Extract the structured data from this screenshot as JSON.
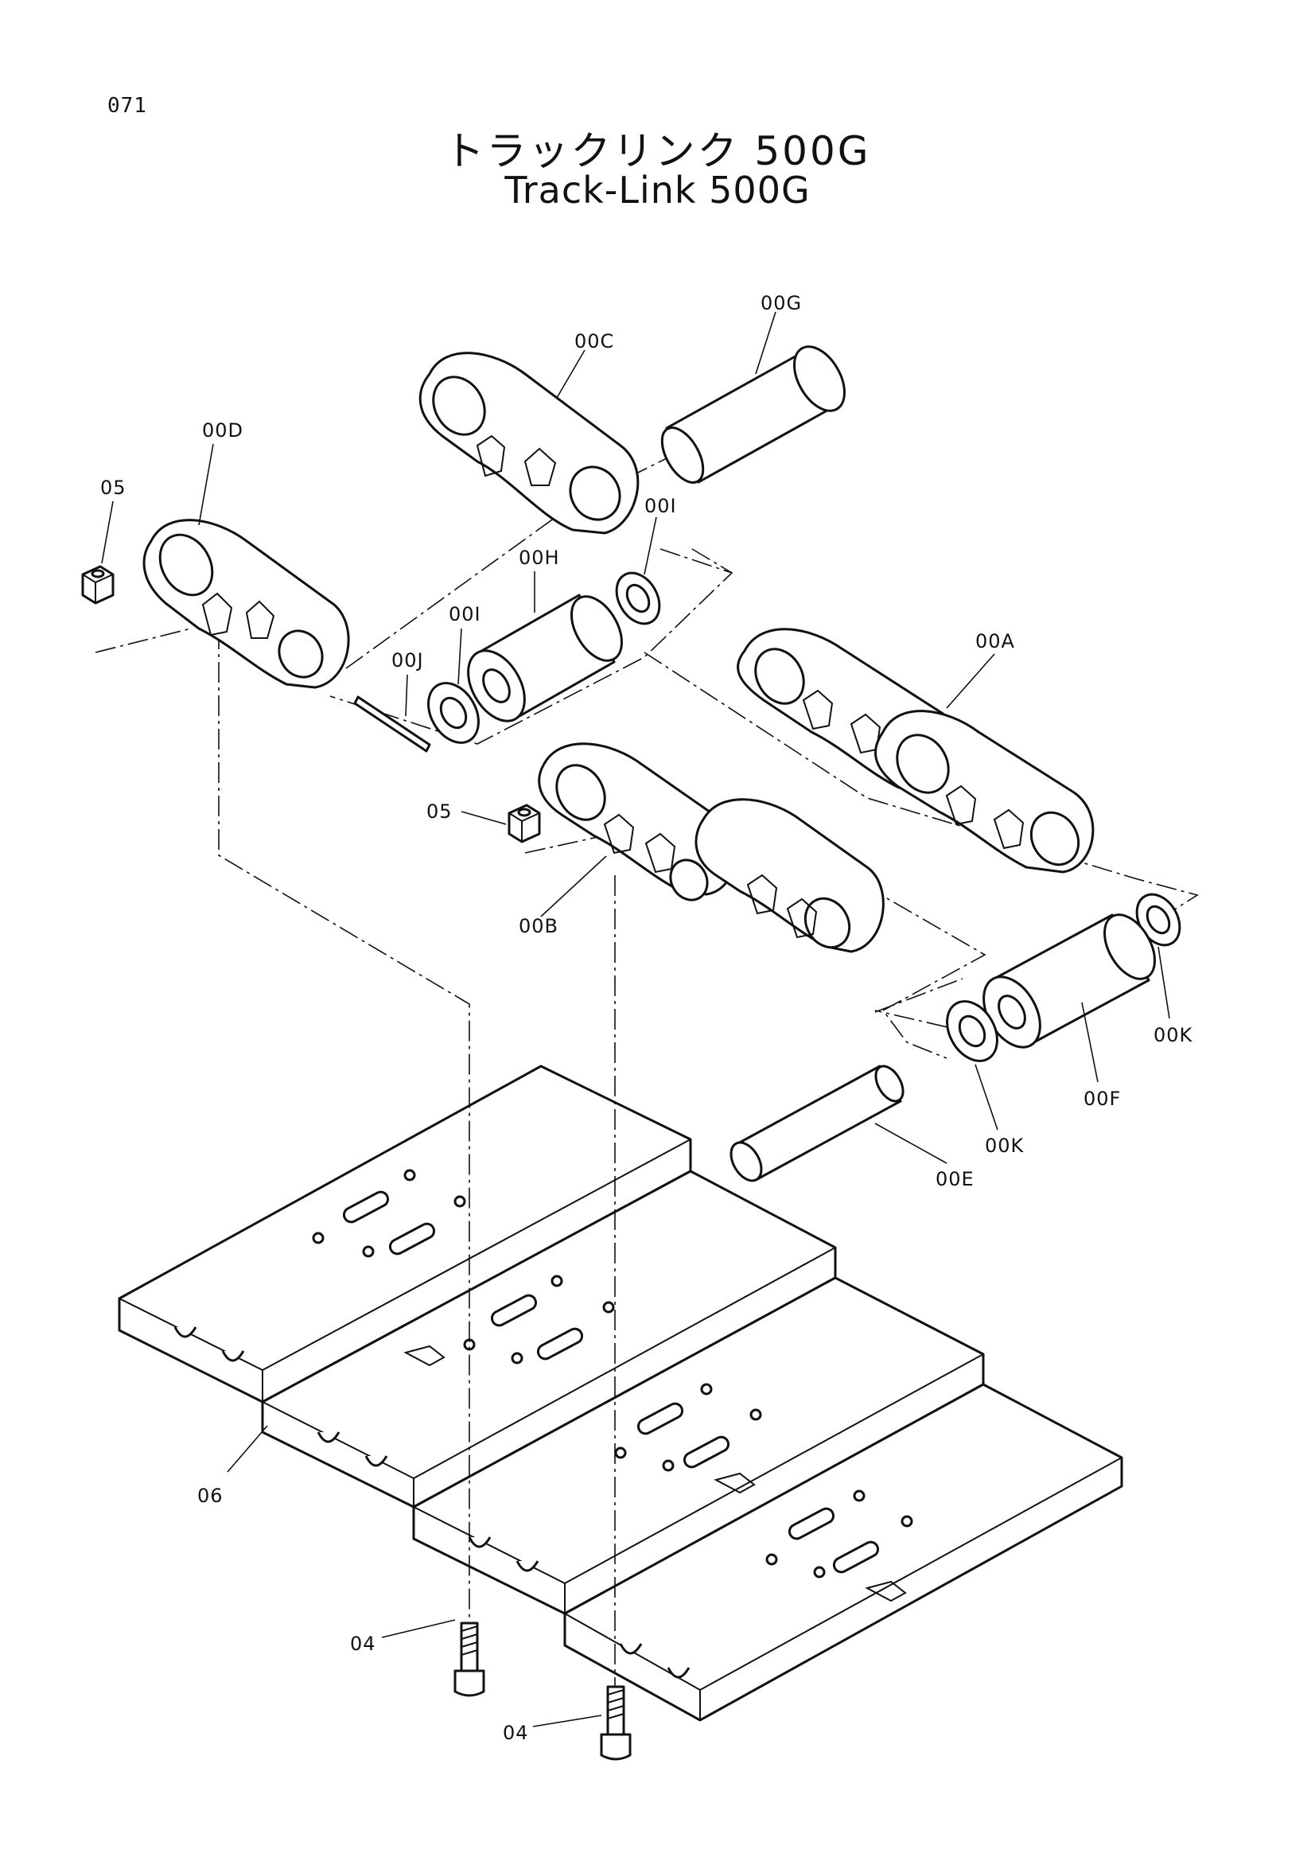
{
  "page_number": "071",
  "title_jp": "トラックリンク 500G",
  "title_en": "Track-Link 500G",
  "callouts": {
    "c_00G": "00G",
    "c_00C": "00C",
    "c_00D": "00D",
    "c_05a": "05",
    "c_00I_top": "00I",
    "c_00H": "00H",
    "c_00I_left": "00I",
    "c_00J": "00J",
    "c_00A": "00A",
    "c_05b": "05",
    "c_00B": "00B",
    "c_00K_right": "00K",
    "c_00F": "00F",
    "c_00K_mid": "00K",
    "c_00E": "00E",
    "c_06": "06",
    "c_04a": "04",
    "c_04b": "04"
  }
}
